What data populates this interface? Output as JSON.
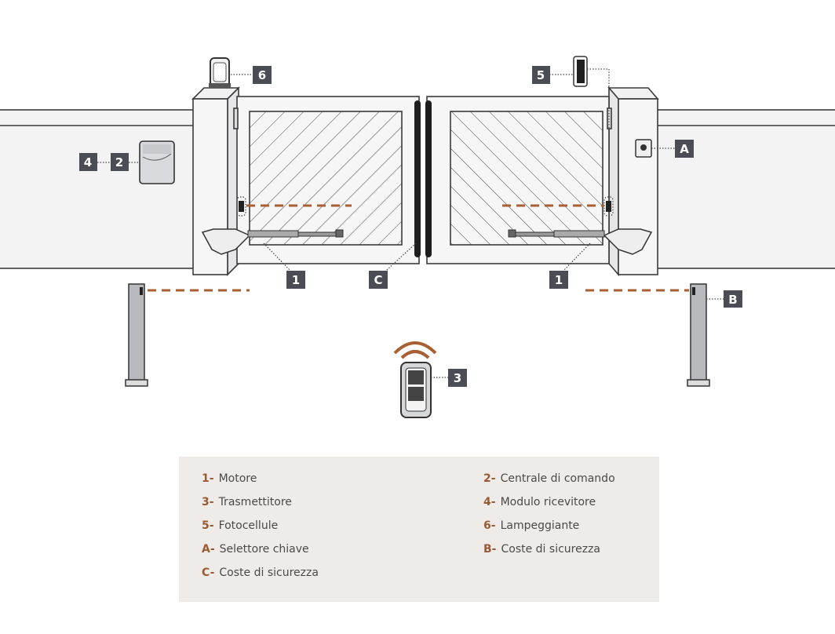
{
  "callouts": {
    "flasher": "6",
    "photocell": "5",
    "receiver": "4",
    "control_unit": "2",
    "key_selector": "A",
    "motor_left": "1",
    "motor_right": "1",
    "edge_center": "C",
    "edge_post": "B",
    "transmitter": "3"
  },
  "legend": {
    "items": [
      {
        "key": "1-",
        "label": "Motore"
      },
      {
        "key": "2-",
        "label": "Centrale di comando"
      },
      {
        "key": "3-",
        "label": "Trasmettitore"
      },
      {
        "key": "4-",
        "label": "Modulo ricevitore"
      },
      {
        "key": "5-",
        "label": "Fotocellule"
      },
      {
        "key": "6-",
        "label": "Lampeggiante"
      },
      {
        "key": "A-",
        "label": "Selettore chiave"
      },
      {
        "key": "B-",
        "label": "Coste di sicurezza"
      },
      {
        "key": "C-",
        "label": "Coste di sicurezza"
      }
    ]
  },
  "colors": {
    "accent": "#9a5a33",
    "beam": "#a85f32",
    "label_bg": "#4a4d53",
    "legend_bg": "#efebe8"
  }
}
